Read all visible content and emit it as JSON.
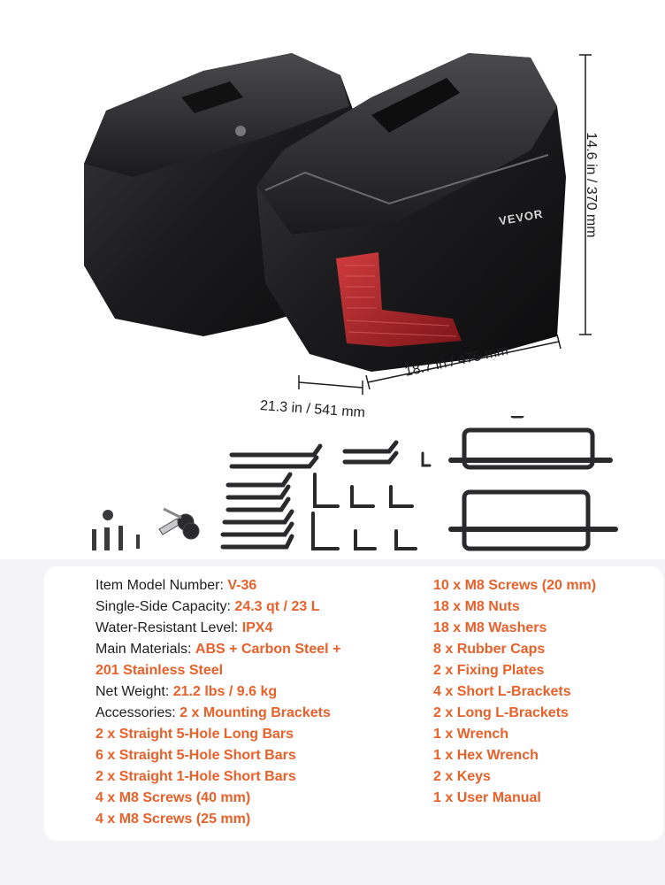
{
  "brand": "VEVOR",
  "dimensions": {
    "height": "14.6 in / 370 mm",
    "width": "18.7 in / 475 mm",
    "depth": "21.3 in / 541 mm"
  },
  "specs_left": [
    {
      "label": "Item Model Number: ",
      "value": "V-36"
    },
    {
      "label": "Single-Side Capacity: ",
      "value": "24.3 qt / 23 L"
    },
    {
      "label": "Water-Resistant Level: ",
      "value": "IPX4"
    },
    {
      "label": "Main Materials: ",
      "value": "ABS + Carbon Steel +"
    },
    {
      "label": "",
      "value": "201 Stainless Steel"
    },
    {
      "label": "Net Weight: ",
      "value": "21.2 lbs / 9.6 kg"
    },
    {
      "label": "Accessories: ",
      "value": "2 x Mounting Brackets"
    },
    {
      "label": "",
      "value": "2 x Straight 5-Hole Long Bars"
    },
    {
      "label": "",
      "value": "6 x Straight 5-Hole Short Bars"
    },
    {
      "label": "",
      "value": "2 x Straight 1-Hole Short Bars"
    },
    {
      "label": "",
      "value": "4 x M8 Screws (40 mm)"
    },
    {
      "label": "",
      "value": "4 x M8 Screws (25 mm)"
    }
  ],
  "specs_right": [
    "10 x M8 Screws (20 mm)",
    "18 x M8 Nuts",
    "18 x M8 Washers",
    "8 x Rubber Caps",
    "2 x Fixing Plates",
    "4 x Short L-Brackets",
    "2 x Long L-Brackets",
    "1 x Wrench",
    "1 x Hex Wrench",
    "2 x Keys",
    "1 x User Manual"
  ],
  "colors": {
    "accent": "#e8602a",
    "case_body": "#1a1a1c",
    "reflector": "#b3262a"
  }
}
